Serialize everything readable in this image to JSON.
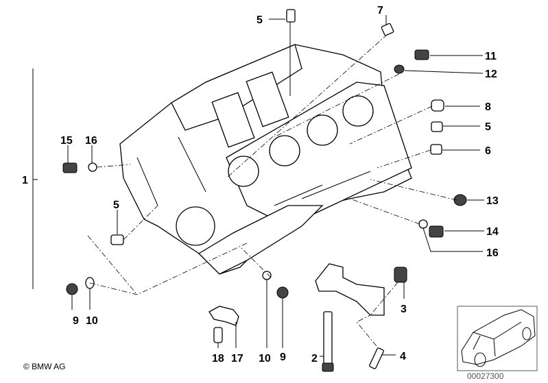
{
  "diagram": {
    "callouts": {
      "c5_top": "5",
      "c7": "7",
      "c11": "11",
      "c12": "12",
      "c8": "8",
      "c5_right": "5",
      "c6": "6",
      "c13": "13",
      "c14": "14",
      "c16_right": "16",
      "c1": "1",
      "c15": "15",
      "c16_left": "16",
      "c5_left": "5",
      "c9_left": "9",
      "c10_left": "10",
      "c3": "3",
      "c18": "18",
      "c17": "17",
      "c10_bottom": "10",
      "c9_bottom": "9",
      "c2": "2",
      "c4": "4"
    },
    "copyright": "© BMW AG",
    "image_code": "00027300",
    "thumbnail_icon": "car-outline-icon"
  }
}
